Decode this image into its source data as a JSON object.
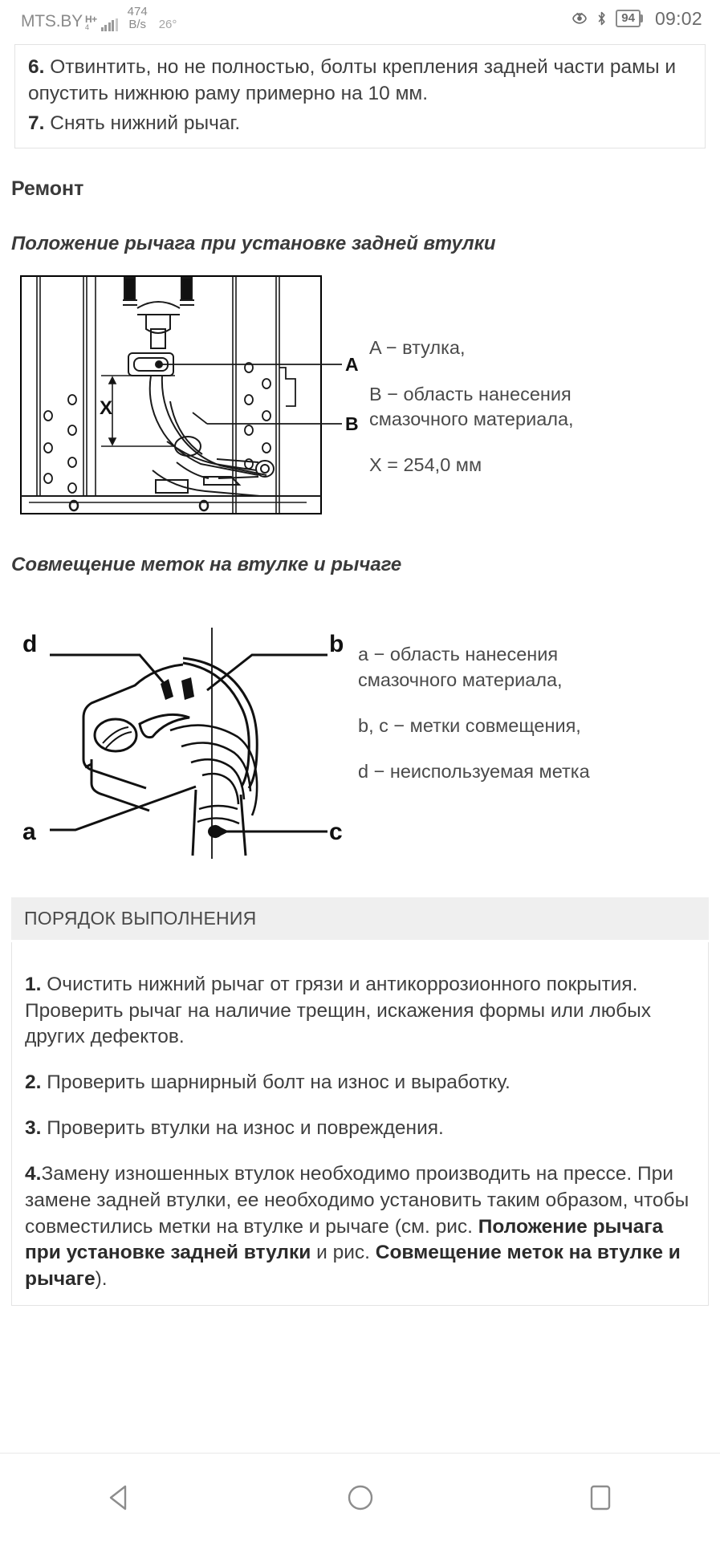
{
  "status_bar": {
    "carrier": "MTS.BY",
    "network_type": "H+",
    "network_sub": "4",
    "data_speed_value": "474",
    "data_speed_unit": "B/s",
    "temperature": "26°",
    "battery_percent": "94",
    "clock": "09:02",
    "icons": [
      "eye-icon",
      "bluetooth-icon",
      "battery-icon"
    ]
  },
  "note_box": {
    "items": [
      {
        "num": "6.",
        "text": "Отвинтить, но не полностью, болты крепления задней части рамы и опустить нижнюю раму примерно на 10 мм."
      },
      {
        "num": "7.",
        "text": "Снять нижний рычаг."
      }
    ]
  },
  "section_heading": "Ремонт",
  "figure1": {
    "caption": "Положение рычага при установке задней втулки",
    "callouts": [
      "A",
      "B",
      "X"
    ],
    "legend": [
      "A − втулка,",
      "B − область нанесения смазочного материала,",
      "X = 254,0 мм"
    ]
  },
  "figure2": {
    "caption": "Совмещение меток на втулке и рычаге",
    "callouts": [
      "d",
      "b",
      "a",
      "c"
    ],
    "legend": [
      "a − область нанесения смазочного материала,",
      "b, c − метки совмещения,",
      "d − неиспользуемая метка"
    ]
  },
  "procedure": {
    "header": "ПОРЯДОК ВЫПОЛНЕНИЯ",
    "items": [
      {
        "num": "1.",
        "text": "Очистить нижний рычаг от грязи и антикоррозионного покрытия. Проверить рычаг на наличие трещин, искажения формы или любых других дефектов."
      },
      {
        "num": "2.",
        "text": "Проверить шарнирный болт на износ и выработку."
      },
      {
        "num": "3.",
        "text": "Проверить втулки на износ и повреждения."
      },
      {
        "num": "4.",
        "text": "Замену изношенных втулок необходимо производить на прессе. При замене задней втулки, ее необходимо установить таким образом, чтобы совместились метки на втулке и рычаге (см. рис. ",
        "bold1": "Положение рычага при установке задней втулки",
        "mid": " и рис. ",
        "bold2": "Совмещение меток на втулке и рычаге",
        "tail": ")."
      }
    ]
  },
  "navigation_bar": {
    "back_label": "back-icon",
    "home_label": "home-icon",
    "recents_label": "recents-icon"
  },
  "colors": {
    "text": "#3f3f3f",
    "muted": "#8a8a8a",
    "panel_header_bg": "#efefef",
    "border": "#e2e2e2",
    "page_bg": "#ffffff"
  }
}
